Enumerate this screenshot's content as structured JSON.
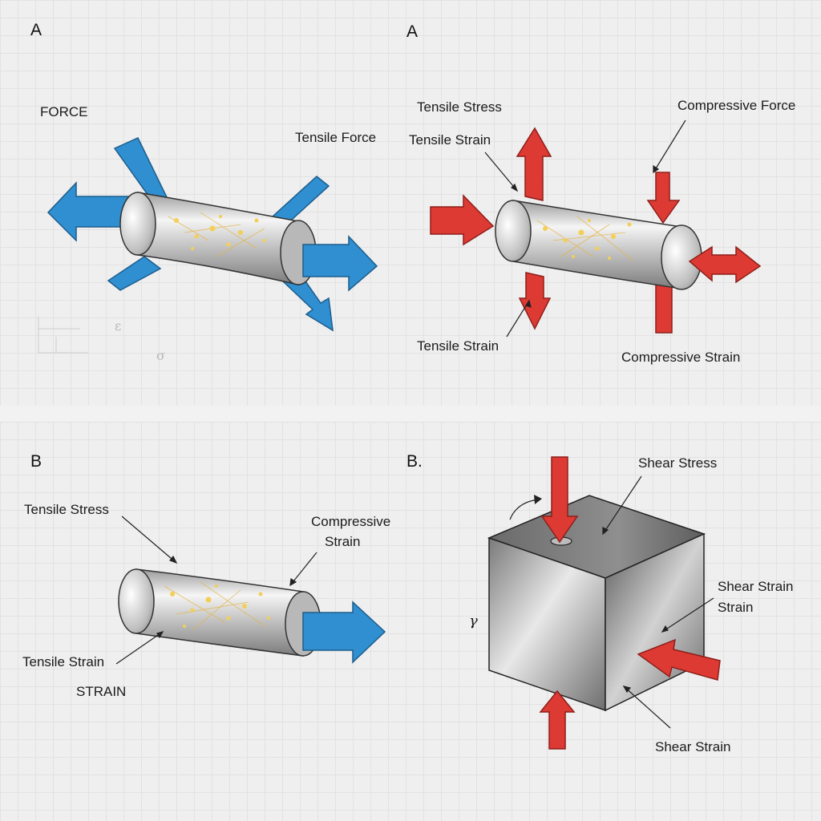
{
  "panels": {
    "top_left": {
      "letter": "A",
      "labels": {
        "force": "FORCE",
        "tensile_force": "Tensile Force"
      },
      "faint_symbols": [
        "ε",
        "σ"
      ]
    },
    "top_right": {
      "letter": "A",
      "labels": {
        "tensile_stress": "Tensile Stress",
        "tensile_strain_top": "Tensile Strain",
        "compressive_force": "Compressive Force",
        "tensile_strain_bottom": "Tensile Strain",
        "compressive_strain": "Compressive Strain"
      }
    },
    "bottom_left": {
      "letter": "B",
      "labels": {
        "tensile_stress": "Tensile Stress",
        "compressive_line1": "Compressive",
        "compressive_line2": "Strain",
        "tensile_strain": "Tensile Strain",
        "strain": "STRAIN"
      }
    },
    "bottom_right": {
      "letter": "B.",
      "labels": {
        "shear_stress": "Shear Stress",
        "shear_strain_line1": "Shear Strain",
        "shear_strain_line2": "Strain",
        "shear_strain_bottom": "Shear Strain",
        "gamma": "γ"
      }
    }
  },
  "colors": {
    "blue_arrow": "#2f8fd0",
    "red_arrow": "#dd3a33",
    "metal_light": "#f2f2f2",
    "metal_dark": "#8a8a8a",
    "spark": "#f0c64a",
    "separator": "#ffffff"
  }
}
